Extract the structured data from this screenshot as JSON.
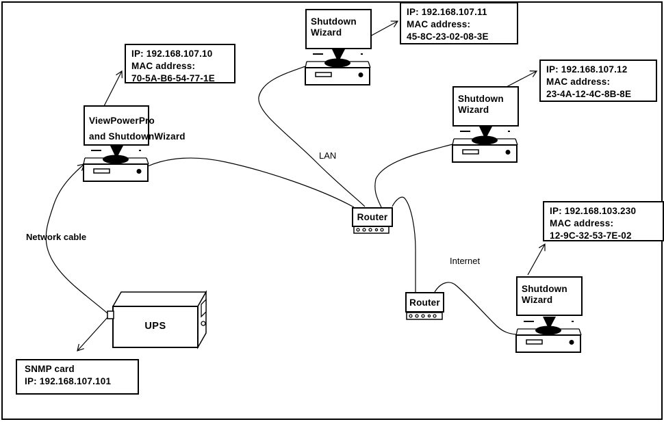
{
  "colors": {
    "ink": "#000000",
    "background": "#ffffff"
  },
  "devices": {
    "viewpowerpro": {
      "line1": "ViewPowerPro",
      "line2": "and ShutdownWizard"
    },
    "shutdown_top": {
      "line1": "Shutdown",
      "line2": "Wizard"
    },
    "shutdown_mid": {
      "line1": "Shutdown",
      "line2": "Wizard"
    },
    "shutdown_bottom": {
      "line1": "Shutdown",
      "line2": "Wizard"
    },
    "router_lan": {
      "label": "Router"
    },
    "router_internet": {
      "label": "Router"
    },
    "ups": {
      "label": "UPS"
    }
  },
  "callouts": {
    "pc_main": {
      "l1": "IP: 192.168.107.10",
      "l2": "MAC address:",
      "l3": "70-5A-B6-54-77-1E"
    },
    "pc_top": {
      "l1": "IP: 192.168.107.11",
      "l2": "MAC address:",
      "l3": "45-8C-23-02-08-3E"
    },
    "pc_mid": {
      "l1": "IP: 192.168.107.12",
      "l2": "MAC address:",
      "l3": "23-4A-12-4C-8B-8E"
    },
    "pc_bottom": {
      "l1": "IP: 192.168.103.230",
      "l2": "MAC address:",
      "l3": "12-9C-32-53-7E-02"
    },
    "snmp": {
      "l1": "SNMP card",
      "l2": "IP: 192.168.107.101"
    }
  },
  "labels": {
    "lan": "LAN",
    "internet": "Internet",
    "network_cable": "Network cable"
  }
}
